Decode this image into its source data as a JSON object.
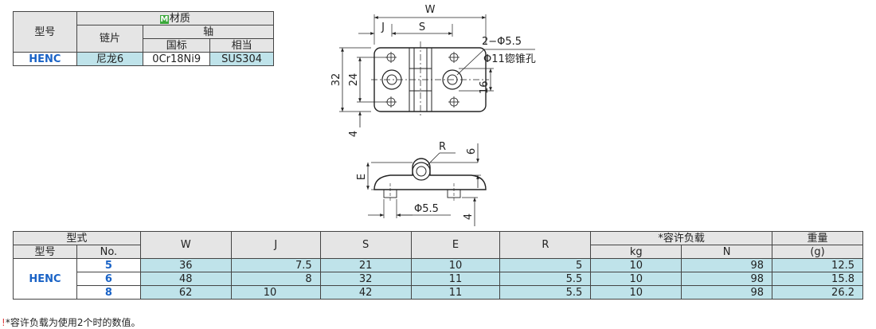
{
  "material_table": {
    "col_model": "型号",
    "material_header": "材质",
    "material_badge": "M",
    "col_link": "链片",
    "col_shaft": "轴",
    "col_gb": "国标",
    "col_equiv": "相当",
    "row": {
      "model": "HENC",
      "link": "尼龙6",
      "gb": "0Cr18Ni9",
      "equiv": "SUS304"
    }
  },
  "drawing": {
    "top_view": {
      "dim_W": "W",
      "dim_J": "J",
      "dim_S": "S",
      "hole_callout_1": "2−Φ5.5",
      "hole_callout_2": "Φ11锪锥孔",
      "dim_32": "32",
      "dim_24": "24",
      "dim_16": "16",
      "dim_4": "4"
    },
    "side_view": {
      "dim_R": "R",
      "dim_6": "6",
      "dim_E": "E",
      "dim_hole": "Φ5.5",
      "dim_4": "4"
    }
  },
  "spec_table": {
    "h_type": "型式",
    "h_model": "型号",
    "h_no": "No.",
    "h_W": "W",
    "h_J": "J",
    "h_S": "S",
    "h_E": "E",
    "h_R": "R",
    "h_load": "*容许负载",
    "h_kg": "kg",
    "h_N": "N",
    "h_weight": "重量",
    "h_g": "(g)",
    "model": "HENC",
    "rows": [
      {
        "no": "5",
        "W": "36",
        "J": "7.5",
        "S": "21",
        "E": "10",
        "R": "5",
        "kg": "10",
        "N": "98",
        "g": "12.5"
      },
      {
        "no": "6",
        "W": "48",
        "J": "8",
        "S": "32",
        "E": "11",
        "R": "5.5",
        "kg": "10",
        "N": "98",
        "g": "15.8"
      },
      {
        "no": "8",
        "W": "62",
        "J": "10",
        "S": "42",
        "E": "11",
        "R": "5.5",
        "kg": "10",
        "N": "98",
        "g": "26.2"
      }
    ]
  },
  "footnote": {
    "icon": "!",
    "text": "*容许负载为使用2个时的数值。"
  },
  "colors": {
    "accent_blue": "#1a63c6",
    "cell_cyan": "#bfe3ea",
    "header_gray": "#e5e5e5",
    "badge_green": "#3aa83a"
  }
}
